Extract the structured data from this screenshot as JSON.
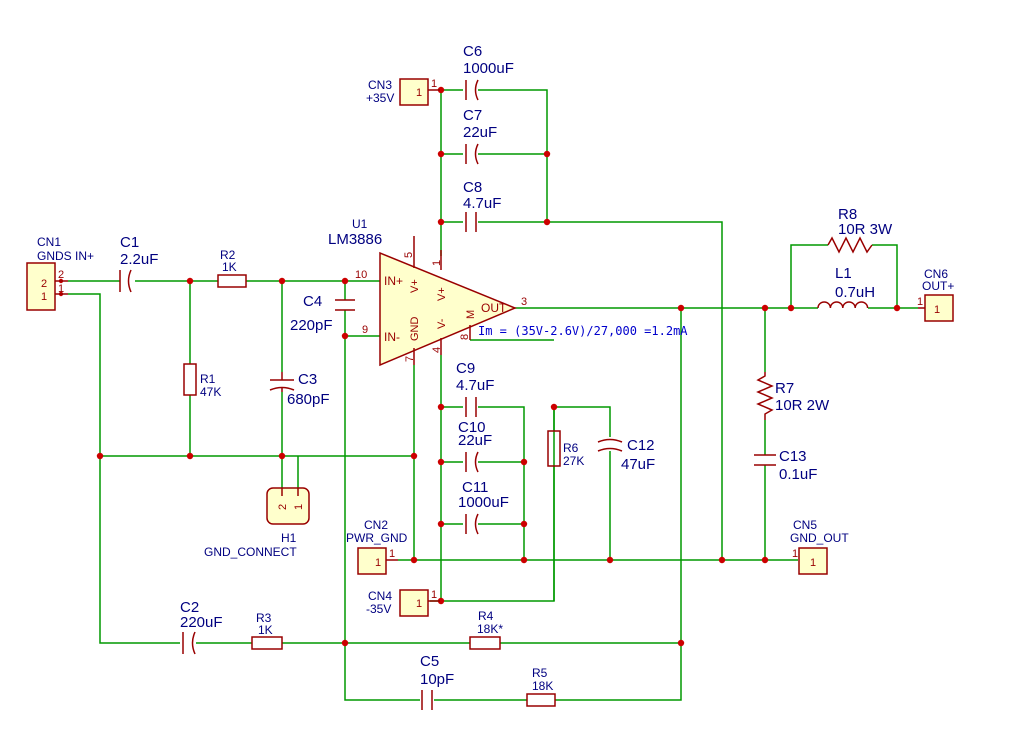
{
  "components": {
    "cn1": {
      "ref": "CN1",
      "value": "GNDS IN+",
      "pins": [
        "2",
        "1"
      ]
    },
    "cn2": {
      "ref": "CN2",
      "value": "PWR_GND",
      "pin": "1"
    },
    "cn3": {
      "ref": "CN3",
      "value": "+35V",
      "pin": "1"
    },
    "cn4": {
      "ref": "CN4",
      "value": "-35V",
      "pin": "1"
    },
    "cn5": {
      "ref": "CN5",
      "value": "GND_OUT",
      "pin": "1"
    },
    "cn6": {
      "ref": "CN6",
      "value": "OUT+",
      "pin": "1"
    },
    "h1": {
      "ref": "H1",
      "value": "GND_CONNECT",
      "pins": [
        "2",
        "1"
      ]
    },
    "u1": {
      "ref": "U1",
      "value": "LM3886",
      "pins": {
        "in_plus": "IN+",
        "in_minus": "IN-",
        "out": "OUT",
        "vplus_a": "V+",
        "vplus_b": "V+",
        "vminus": "V-",
        "gnd": "GND",
        "m": "M",
        "n10": "10",
        "n9": "9",
        "n5": "5",
        "n1": "1",
        "n4": "4",
        "n7": "7",
        "n8": "8",
        "n3": "3"
      }
    },
    "c1": {
      "ref": "C1",
      "value": "2.2uF"
    },
    "c2": {
      "ref": "C2",
      "value": "220uF"
    },
    "c3": {
      "ref": "C3",
      "value": "680pF"
    },
    "c4": {
      "ref": "C4",
      "value": "220pF"
    },
    "c5": {
      "ref": "C5",
      "value": "10pF"
    },
    "c6": {
      "ref": "C6",
      "value": "1000uF"
    },
    "c7": {
      "ref": "C7",
      "value": "22uF"
    },
    "c8": {
      "ref": "C8",
      "value": "4.7uF"
    },
    "c9": {
      "ref": "C9",
      "value": "4.7uF"
    },
    "c10": {
      "ref": "C10",
      "value": "22uF"
    },
    "c11": {
      "ref": "C11",
      "value": "1000uF"
    },
    "c12": {
      "ref": "C12",
      "value": "47uF"
    },
    "c13": {
      "ref": "C13",
      "value": "0.1uF"
    },
    "r1": {
      "ref": "R1",
      "value": "47K"
    },
    "r2": {
      "ref": "R2",
      "value": "1K"
    },
    "r3": {
      "ref": "R3",
      "value": "1K"
    },
    "r4": {
      "ref": "R4",
      "value": "18K*"
    },
    "r5": {
      "ref": "R5",
      "value": "18K"
    },
    "r6": {
      "ref": "R6",
      "value": "27K"
    },
    "r7": {
      "ref": "R7",
      "value": "10R 2W"
    },
    "r8": {
      "ref": "R8",
      "value": "10R 3W"
    },
    "l1": {
      "ref": "L1",
      "value": "0.7uH"
    }
  },
  "annotation": "Im = (35V-2.6V)/27,000 =1.2mA",
  "colors": {
    "wire": "#009900",
    "component": "#990000",
    "label": "#000080",
    "junction": "#cc0000",
    "note": "#0000cc"
  }
}
